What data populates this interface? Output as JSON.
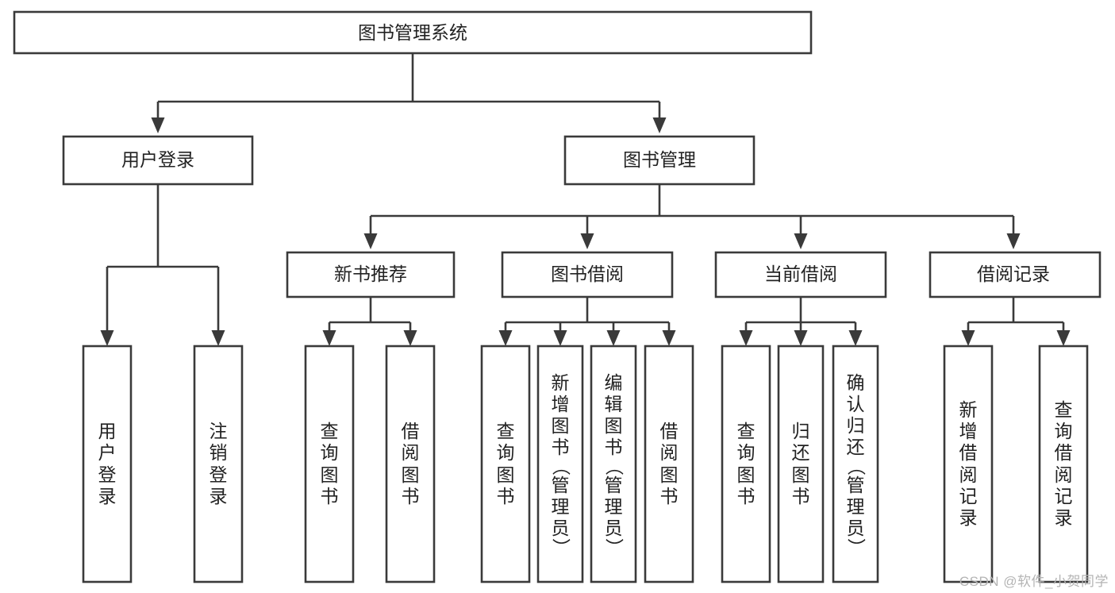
{
  "diagram": {
    "type": "tree",
    "title": "图书管理系统",
    "orientation": "top-down",
    "edge_style": "orthogonal-arrow",
    "colors": {
      "box_fill": "#ffffff",
      "box_stroke": "#3a3a3a",
      "text": "#222222",
      "background": "#ffffff",
      "watermark": "#b4b4b4"
    }
  },
  "root": {
    "label": "图书管理系统"
  },
  "level2": [
    {
      "label": "用户登录"
    },
    {
      "label": "图书管理"
    }
  ],
  "level3": [
    {
      "label": "新书推荐"
    },
    {
      "label": "图书借阅"
    },
    {
      "label": "当前借阅"
    },
    {
      "label": "借阅记录"
    }
  ],
  "leaves": {
    "user_login": [
      {
        "label": "用户登录",
        "chars": [
          "用",
          "户",
          "登",
          "录"
        ]
      },
      {
        "label": "注销登录",
        "chars": [
          "注",
          "销",
          "登",
          "录"
        ]
      }
    ],
    "new_book_recommend": [
      {
        "label": "查询图书",
        "chars": [
          "查",
          "询",
          "图",
          "书"
        ]
      },
      {
        "label": "借阅图书",
        "chars": [
          "借",
          "阅",
          "图",
          "书"
        ]
      }
    ],
    "book_borrow": [
      {
        "label": "查询图书",
        "chars": [
          "查",
          "询",
          "图",
          "书"
        ]
      },
      {
        "label": "新增图书（管理员）",
        "chars": [
          "新",
          "增",
          "图",
          "书",
          "（",
          "管",
          "理",
          "员",
          "）"
        ]
      },
      {
        "label": "编辑图书（管理员）",
        "chars": [
          "编",
          "辑",
          "图",
          "书",
          "（",
          "管",
          "理",
          "员",
          "）"
        ]
      },
      {
        "label": "借阅图书",
        "chars": [
          "借",
          "阅",
          "图",
          "书"
        ]
      }
    ],
    "current_borrow": [
      {
        "label": "查询图书",
        "chars": [
          "查",
          "询",
          "图",
          "书"
        ]
      },
      {
        "label": "归还图书",
        "chars": [
          "归",
          "还",
          "图",
          "书"
        ]
      },
      {
        "label": "确认归还（管理员）",
        "chars": [
          "确",
          "认",
          "归",
          "还",
          "（",
          "管",
          "理",
          "员",
          "）"
        ]
      }
    ],
    "borrow_records": [
      {
        "label": "新增借阅记录",
        "chars": [
          "新",
          "增",
          "借",
          "阅",
          "记",
          "录"
        ]
      },
      {
        "label": "查询借阅记录",
        "chars": [
          "查",
          "询",
          "借",
          "阅",
          "记",
          "录"
        ]
      }
    ]
  },
  "watermark": {
    "text": "CSDN @软件_小贺同学"
  }
}
